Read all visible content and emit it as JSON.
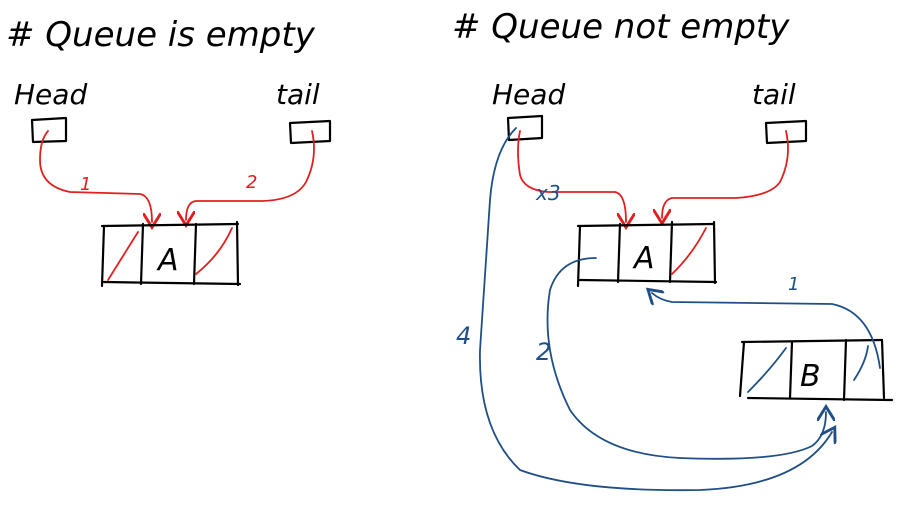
{
  "left": {
    "heading": "# Queue is empty",
    "head_label": "Head",
    "tail_label": "tail",
    "node_a_value": "A",
    "red_step_1": "1",
    "red_step_2": "2"
  },
  "right": {
    "heading": "# Queue not empty",
    "head_label": "Head",
    "tail_label": "tail",
    "node_a_value": "A",
    "node_b_value": "B",
    "crossed_step": "x3",
    "blue_step_1": "1",
    "blue_step_2": "2",
    "blue_step_4": "4"
  },
  "colors": {
    "ink": "#000000",
    "red_pointer": "#e02020",
    "blue_pointer": "#1f4f86"
  }
}
